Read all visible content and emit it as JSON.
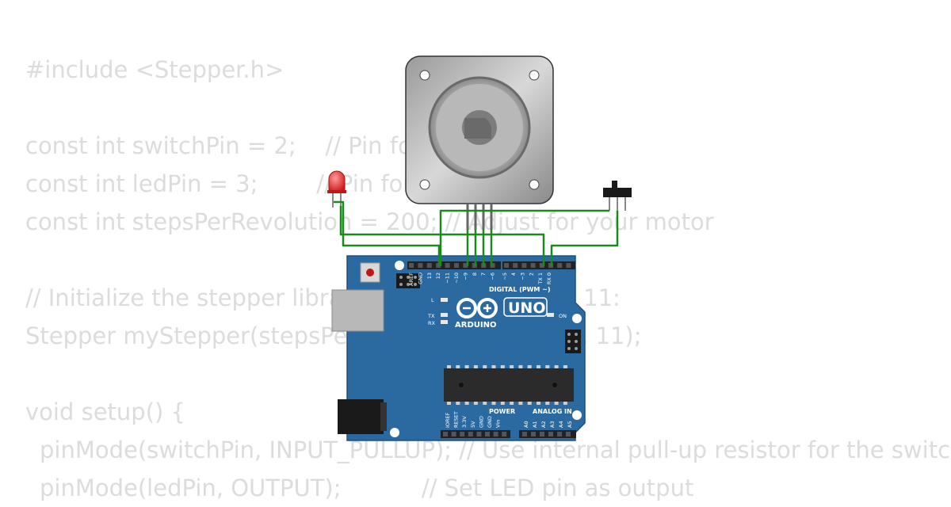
{
  "code": {
    "lines": [
      {
        "text": "#include <Stepper.h>",
        "indent": 0
      },
      {
        "text": "",
        "indent": 0
      },
      {
        "text": "const int switchPin = 2;    // Pin for the switch",
        "indent": 0
      },
      {
        "text": "const int ledPin = 3;        // Pin for the LED",
        "indent": 0
      },
      {
        "text": "const int stepsPerRevolution = 200; // Adjust for your motor",
        "indent": 0
      },
      {
        "text": "",
        "indent": 0
      },
      {
        "text": "// Initialize the stepper library on pins 8 through 11:",
        "indent": 0
      },
      {
        "text": "Stepper myStepper(stepsPerRevolution, 8, 10, 9, 11);",
        "indent": 0
      },
      {
        "text": "",
        "indent": 0
      },
      {
        "text": "void setup() {",
        "indent": 0
      },
      {
        "text": "pinMode(switchPin, INPUT_PULLUP); // Use internal pull-up resistor for the switch",
        "indent": 1
      },
      {
        "text": "pinMode(ledPin, OUTPUT);           // Set LED pin as output",
        "indent": 1
      }
    ]
  },
  "board": {
    "brand": "ARDUINO",
    "model": "UNO",
    "digital_header": "DIGITAL (PWM ~)",
    "power_header": "POWER",
    "analog_header": "ANALOG IN",
    "on_label": "ON",
    "l_label": "L",
    "tx_label": "TX",
    "rx_label": "RX",
    "digital_pins": [
      "AREF",
      "GND",
      "13",
      "12",
      "~11",
      "~10",
      "~9",
      "8",
      "7",
      "~6",
      "~5",
      "4",
      "~3",
      "2",
      "TX 1",
      "RX 0"
    ],
    "power_pins": [
      "IOREF",
      "RESET",
      "3.3V",
      "5V",
      "GND",
      "GND",
      "Vin"
    ],
    "analog_pins": [
      "A0",
      "A1",
      "A2",
      "A3",
      "A4",
      "A5"
    ]
  },
  "colors": {
    "board": "#2a6aa1",
    "wire": "#1a8a1a",
    "code_text": "#dcdcdc",
    "led": "#e02020"
  },
  "icons": {
    "motor": "stepper-motor-icon",
    "led": "led-icon",
    "switch": "slide-switch-icon"
  }
}
